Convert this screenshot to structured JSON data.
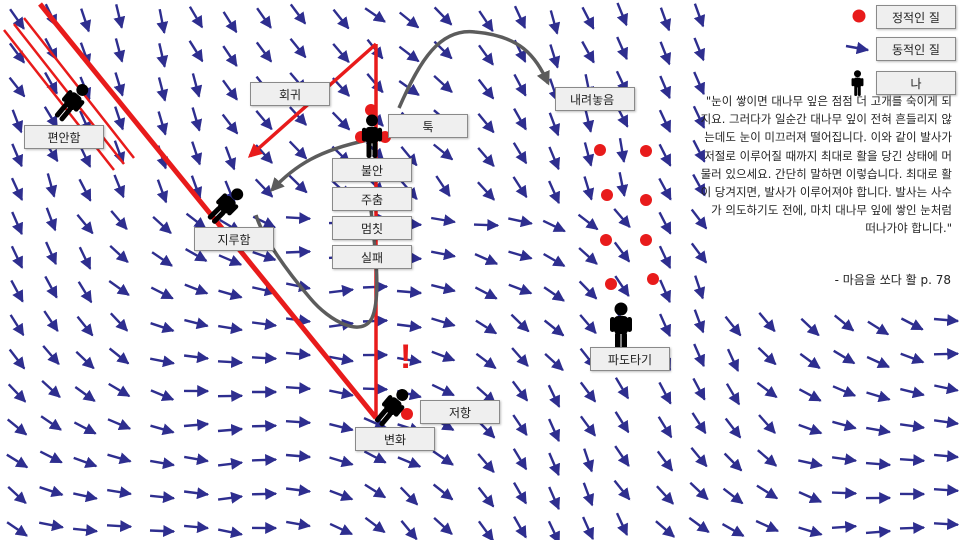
{
  "legend": {
    "static_qi": "정적인 질",
    "dynamic_qi": "동적인 질",
    "me": "나"
  },
  "labels": {
    "comfort": "편안함",
    "return": "회귀",
    "boredom": "지루함",
    "tok": "툭",
    "anxiety": "불안",
    "hesitation": "주춤",
    "pause": "멈칫",
    "failure": "실패",
    "resistance": "저항",
    "change": "변화",
    "letting_go": "내려놓음",
    "surfing": "파도타기"
  },
  "quote": {
    "text": "\"눈이 쌓이면 대나무 잎은 점점 더 고개를 숙이게 되지요. 그러다가 일순간 대나무 잎이 전혀 흔들리지 않는데도 눈이 미끄러져 떨어집니다. 이와 같이 발사가 저절로 이루어질 때까지 최대로 활을 당긴 상태에 머물러 있으세요. 간단히 말하면 이렇습니다. 최대로 활이 당겨지면, 발사가 이루어져야 합니다. 발사는 사수가 의도하기도 전에, 마치 대나무 잎에 쌓인 눈처럼 떠나가야 합니다.\"",
    "source": "- 마음을 쏘다 활 p. 78"
  },
  "resistance_mark": "!",
  "colors": {
    "static_red": "#e81b1b",
    "arrow_blue": "#2e2e8f",
    "path_gray": "#5c5c5c"
  }
}
